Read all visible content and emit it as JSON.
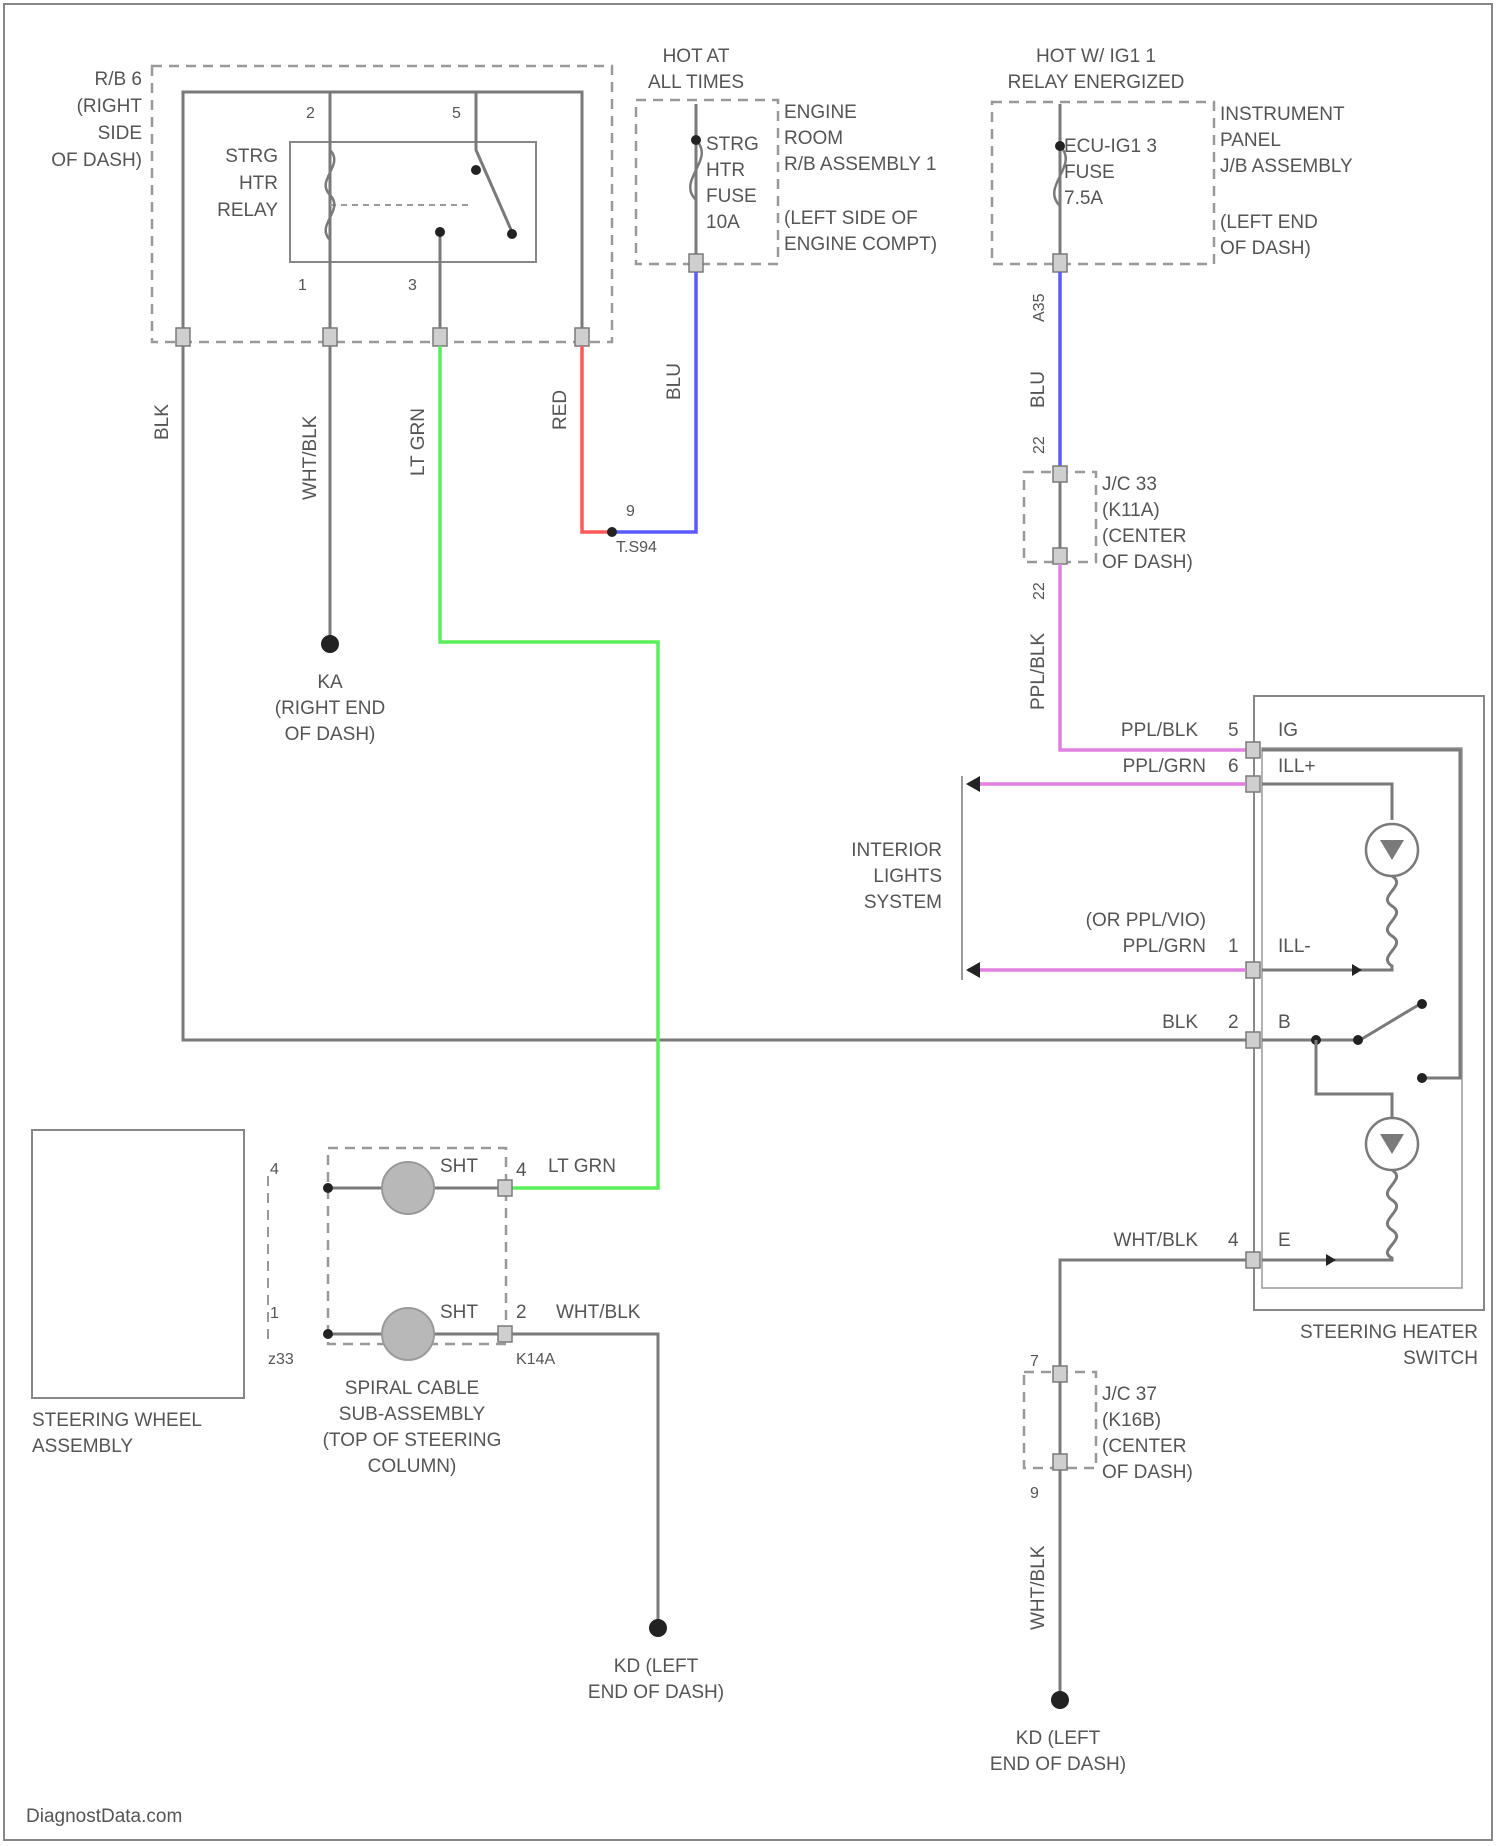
{
  "relay": {
    "location": [
      "R/B 6",
      "(RIGHT",
      "SIDE",
      "OF DASH)"
    ],
    "name": [
      "STRG",
      "HTR",
      "RELAY"
    ],
    "pins": [
      "2",
      "5",
      "1",
      "3"
    ]
  },
  "fuse_strg": {
    "hot": [
      "HOT AT",
      "ALL TIMES"
    ],
    "fuse": [
      "STRG",
      "HTR",
      "FUSE",
      "10A"
    ],
    "location": [
      "ENGINE",
      "ROOM",
      "R/B ASSEMBLY 1",
      "(LEFT SIDE OF",
      "ENGINE COMPT)"
    ]
  },
  "fuse_ecu": {
    "hot": [
      "HOT W/ IG1 1",
      "RELAY ENERGIZED"
    ],
    "fuse": [
      "ECU-IG1 3",
      "FUSE",
      "7.5A"
    ],
    "location": [
      "INSTRUMENT",
      "PANEL",
      "J/B ASSEMBLY",
      "(LEFT END",
      "OF DASH)"
    ]
  },
  "wires": {
    "blk": "BLK",
    "wht_blk": "WHT/BLK",
    "lt_grn": "LT GRN",
    "red": "RED",
    "blu": "BLU",
    "blu2": "BLU",
    "ppl_blk": "PPL/BLK",
    "wht_blk2": "WHT/BLK"
  },
  "splice": {
    "pin": "9",
    "id": "T.S94"
  },
  "jc33": {
    "pins": [
      "A35",
      "22",
      "22"
    ],
    "name": [
      "J/C 33",
      "(K11A)",
      "(CENTER",
      "OF DASH)"
    ]
  },
  "ground_ka": [
    "KA",
    "(RIGHT END",
    "OF DASH)"
  ],
  "switch": {
    "name": [
      "STEERING HEATER",
      "SWITCH"
    ],
    "pins": [
      {
        "wire": "PPL/BLK",
        "pin": "5",
        "term": "IG"
      },
      {
        "wire": "PPL/GRN",
        "pin": "6",
        "term": "ILL+"
      },
      {
        "wire": "PPL/GRN",
        "pin": "1",
        "term": "ILL-"
      },
      {
        "wire": "BLK",
        "pin": "2",
        "term": "B"
      },
      {
        "wire": "WHT/BLK",
        "pin": "4",
        "term": "E"
      }
    ],
    "alt_wire": "(OR PPL/VIO)"
  },
  "interior": [
    "INTERIOR",
    "LIGHTS",
    "SYSTEM"
  ],
  "spiral": {
    "labels": [
      "SHT",
      "SHT"
    ],
    "pins": [
      "4",
      "2"
    ],
    "wires": [
      "LT GRN",
      "WHT/BLK"
    ],
    "conn": "K14A",
    "left_pins": [
      "4",
      "1",
      "z33"
    ],
    "name": [
      "SPIRAL CABLE",
      "SUB-ASSEMBLY",
      "(TOP OF STEERING",
      "COLUMN)"
    ]
  },
  "steering_wheel": [
    "STEERING WHEEL",
    "ASSEMBLY"
  ],
  "jc37": {
    "pins": [
      "7",
      "9"
    ],
    "name": [
      "J/C 37",
      "(K16B)",
      "(CENTER",
      "OF DASH)"
    ]
  },
  "ground_kd1": [
    "KD (LEFT",
    "END OF DASH)"
  ],
  "ground_kd2": [
    "KD (LEFT",
    "END OF DASH)"
  ],
  "watermark": "DiagnostData.com",
  "colors": {
    "red": "#ff5a5a",
    "blu": "#5a5aff",
    "lt_grn": "#5aef5a",
    "ppl": "#e080e0",
    "blk": "#7a7a7a"
  }
}
